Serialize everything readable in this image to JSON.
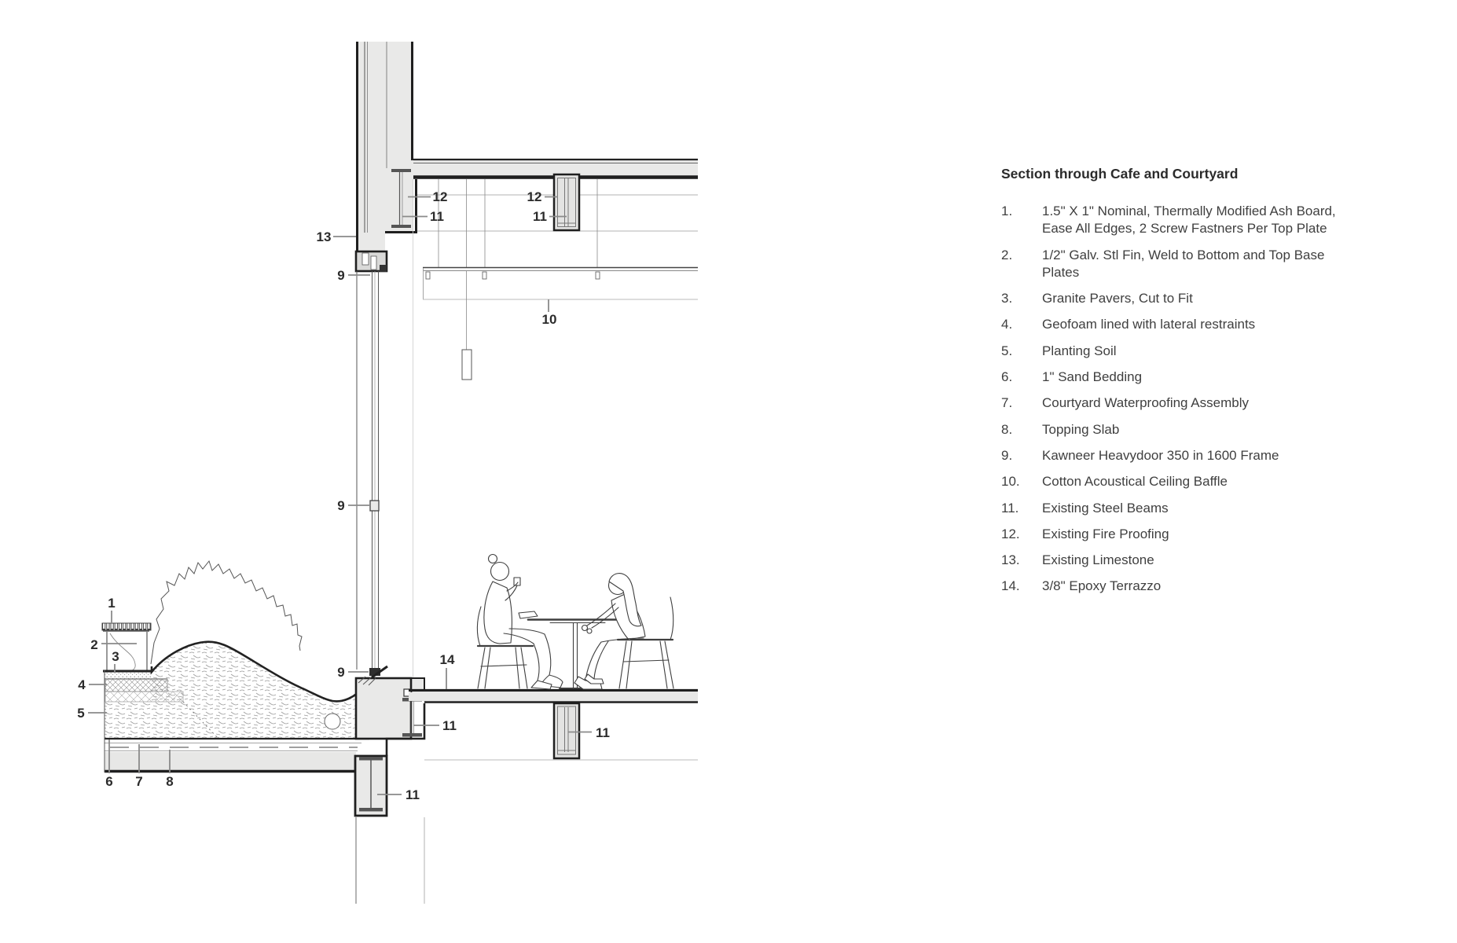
{
  "legend": {
    "title": "Section through Cafe and Courtyard",
    "items": [
      {
        "num": "1.",
        "text": "1.5\" X 1\" Nominal, Thermally Modified Ash Board, Ease All Edges, 2 Screw Fastners Per Top Plate"
      },
      {
        "num": "2.",
        "text": "1/2\" Galv. Stl Fin, Weld to Bottom and Top Base Plates"
      },
      {
        "num": "3.",
        "text": "Granite Pavers, Cut to Fit"
      },
      {
        "num": "4.",
        "text": "Geofoam lined with lateral restraints"
      },
      {
        "num": "5.",
        "text": "Planting Soil"
      },
      {
        "num": "6.",
        "text": "1\" Sand Bedding"
      },
      {
        "num": "7.",
        "text": "Courtyard Waterproofing Assembly"
      },
      {
        "num": "8.",
        "text": "Topping Slab"
      },
      {
        "num": "9.",
        "text": "Kawneer Heavydoor 350 in 1600 Frame"
      },
      {
        "num": "10.",
        "text": "Cotton Acoustical Ceiling Baffle"
      },
      {
        "num": "11.",
        "text": "Existing Steel Beams"
      },
      {
        "num": "12.",
        "text": "Existing Fire Proofing"
      },
      {
        "num": "13.",
        "text": "Existing Limestone"
      },
      {
        "num": "14.",
        "text": "3/8\" Epoxy Terrazzo"
      }
    ]
  },
  "callouts": {
    "c1": "1",
    "c2": "2",
    "c3": "3",
    "c4": "4",
    "c5": "5",
    "c6": "6",
    "c7": "7",
    "c8": "8",
    "c9": "9",
    "c10": "10",
    "c11": "11",
    "c12": "12",
    "c13": "13",
    "c14": "14"
  },
  "colors": {
    "line_dark": "#1f1f1f",
    "line_mid": "#555555",
    "leader": "#8a8a8a",
    "wall_fill": "#e9e9e8",
    "floor_fill": "#e7e7e6",
    "beam_fill": "#e3e3e2",
    "text": "#2b2b2b"
  }
}
